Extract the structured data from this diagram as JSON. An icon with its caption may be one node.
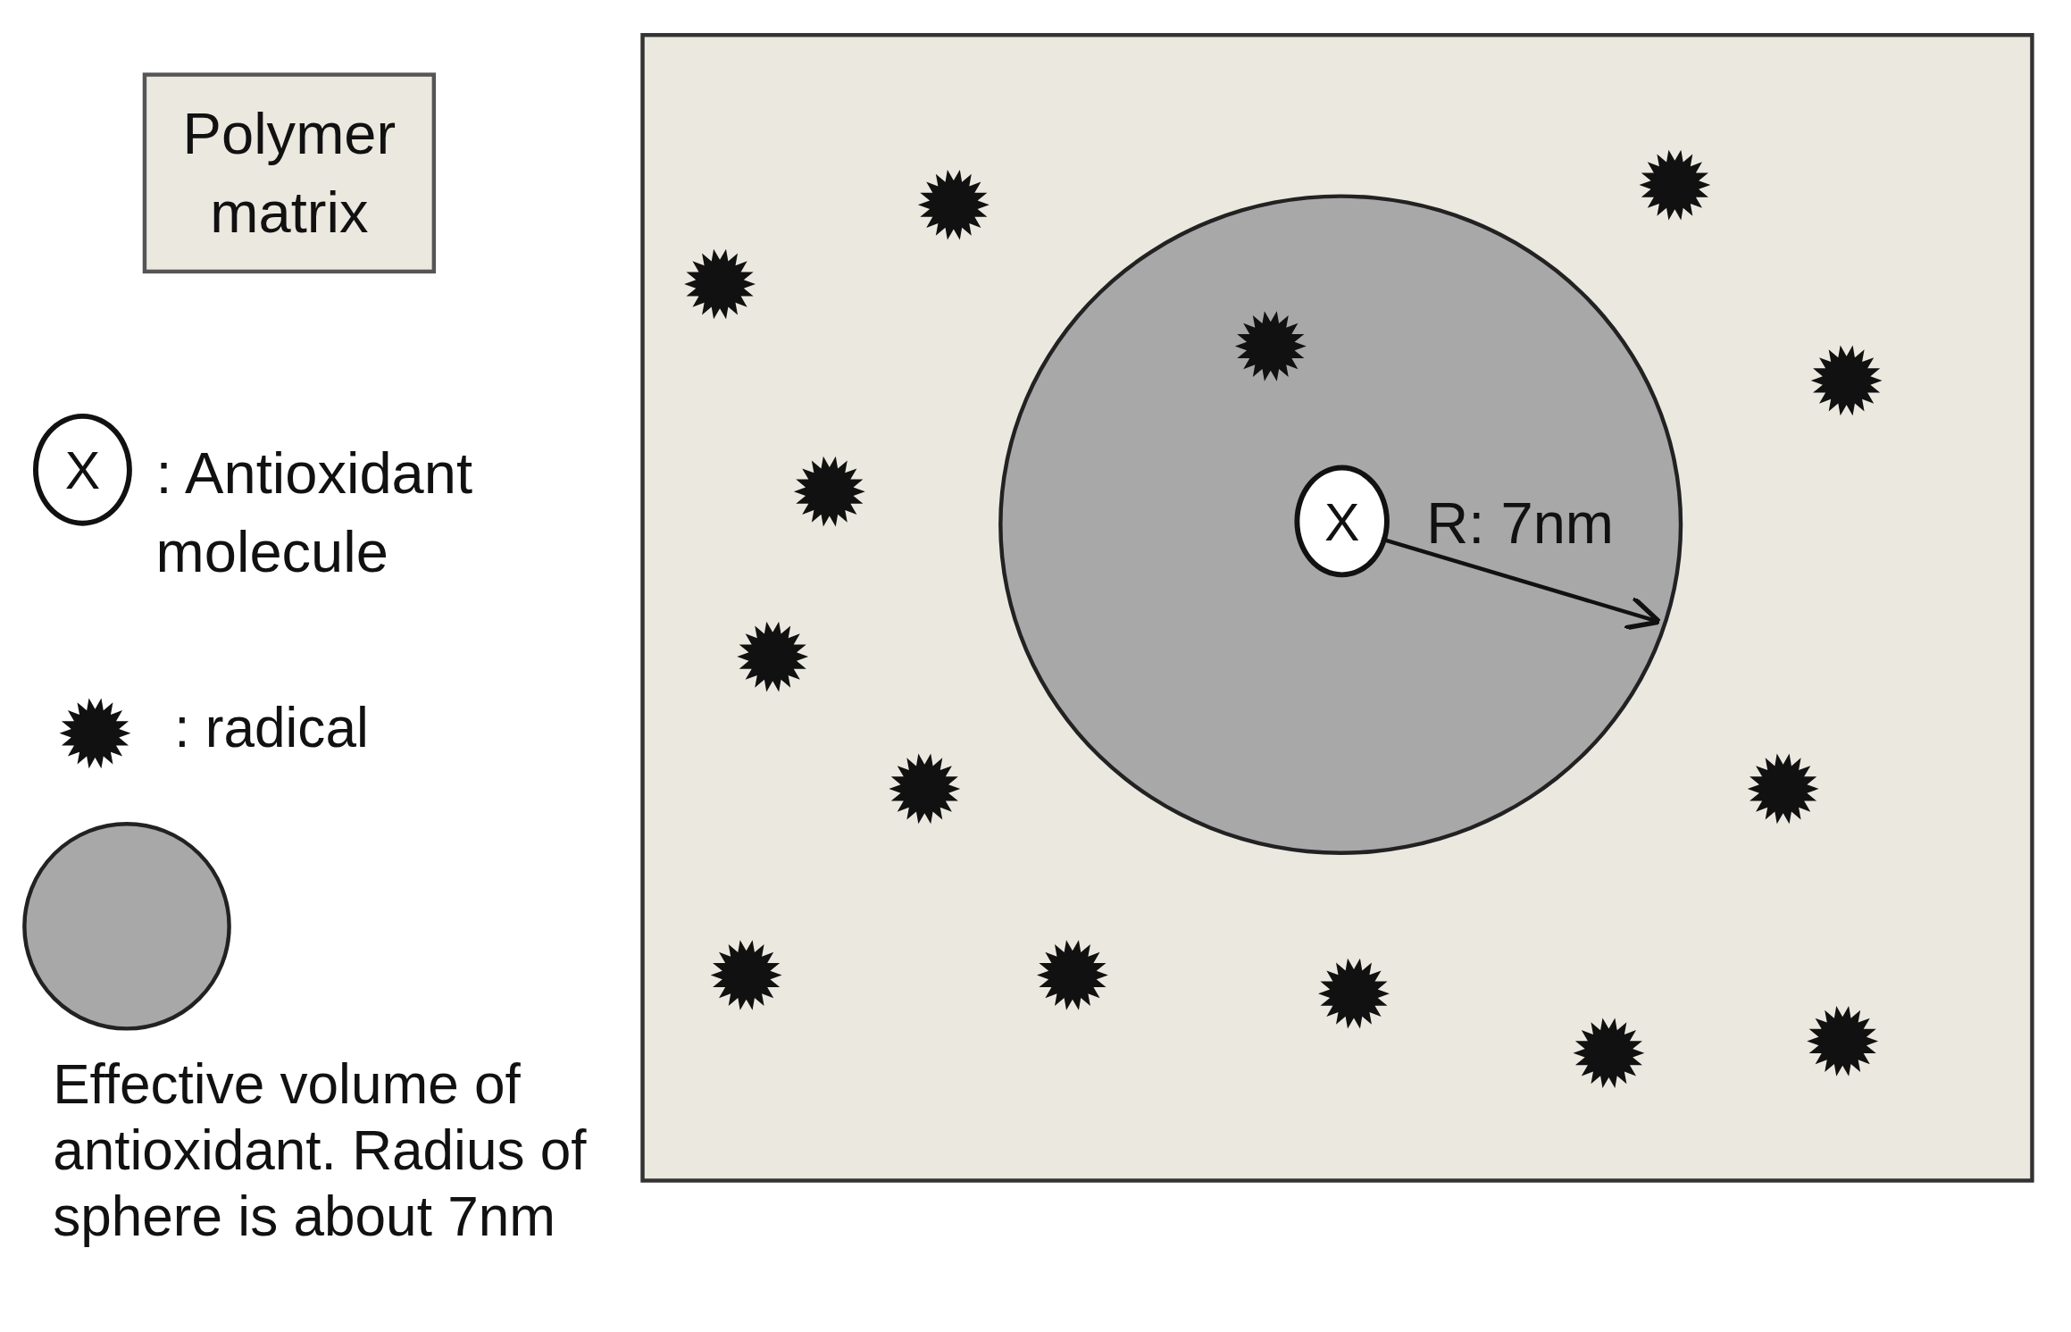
{
  "diagram": {
    "nodes": [
      {
        "text": [
          "Polymer matrix"
        ]
      },
      {
        "text": [
          "X"
        ],
        "beside": [
          ": Antioxidant molecule"
        ]
      },
      {
        "text": [],
        "shape": "box"
      },
      {
        "text": [],
        "shape": "circle",
        "in": 2
      },
      {
        "text": [
          "X"
        ],
        "in": 3
      }
    ],
    "edges": [
      {
        "from": 4,
        "to": 3,
        "arrow": "to",
        "label": "R: 7nm"
      }
    ],
    "legend": [
      {
        "text": ": radical"
      },
      {
        "text": "Effective volume of antioxidant. Radius of sphere is about 7nm",
        "color": "#a8a8a8"
      }
    ]
  }
}
